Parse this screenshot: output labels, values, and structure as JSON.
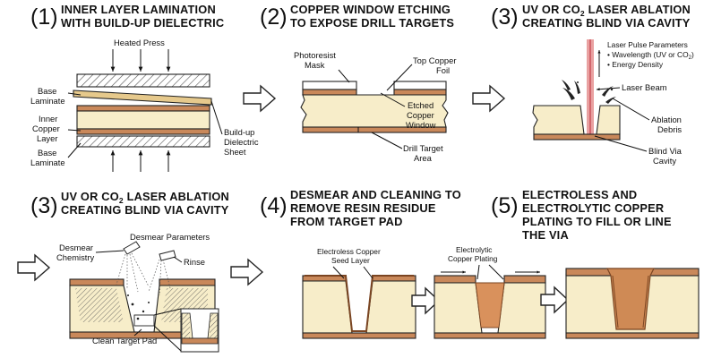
{
  "panels": [
    {
      "num": "(1)",
      "title_lines": [
        "INNER LAYER LAMINATION",
        "WITH BUILD-UP DIELECTRIC"
      ]
    },
    {
      "num": "(2)",
      "title_lines": [
        "COPPER WINDOW ETCHING",
        "TO EXPOSE DRILL TARGETS"
      ]
    },
    {
      "num": "(3)",
      "title_lines": [
        "UV OR CO",
        "2",
        " LASER ABLATION",
        "CREATING BLIND VIA CAVITY"
      ]
    },
    {
      "num": "(3)",
      "title_lines": [
        "UV OR CO",
        "2",
        " LASER ABLATION",
        "CREATING BLIND VIA CAVITY"
      ]
    },
    {
      "num": "(4)",
      "title_lines": [
        "DESMEAR AND CLEANING TO",
        "REMOVE RESIN RESIDUE",
        "FROM TARGET PAD"
      ]
    },
    {
      "num": "(5)",
      "title_lines": [
        "ELECTROLESS AND",
        "ELECTROLYTIC COPPER",
        "PLATING TO FILL OR LINE",
        "THE VIA"
      ]
    }
  ],
  "labels": {
    "heated_press": "Heated Press",
    "base_laminate": [
      "Base",
      "Laminate"
    ],
    "inner_copper_layer": [
      "Inner",
      "Copper",
      "Layer"
    ],
    "buildup_dielectric_sheet": [
      "Build-up",
      "Dielectric",
      "Sheet"
    ],
    "photoresist_mask": [
      "Photoresist",
      "Mask"
    ],
    "top_copper_foil": [
      "Top Copper",
      "Foil"
    ],
    "etched_copper_window": [
      "Etched",
      "Copper",
      "Window"
    ],
    "drill_target_area": [
      "Drill Target",
      "Area"
    ],
    "laser_pulse_parameters": "Laser Pulse Parameters",
    "wavelength": [
      "• Wavelength (UV or CO",
      "2",
      ")"
    ],
    "energy_density": "• Energy Density",
    "laser_beam": "Laser Beam",
    "ablation_debris": [
      "Ablation",
      "Debris"
    ],
    "blind_via_cavity": [
      "Blind Via",
      "Cavity"
    ],
    "desmear_parameters": "Desmear Parameters",
    "desmear_chemistry": [
      "Desmear",
      "Chemistry"
    ],
    "rinse": "Rinse",
    "clean_target_pad": "Clean Target Pad",
    "electroless_copper_seed_layer": [
      "Electroless Copper",
      "Seed Layer"
    ],
    "electrolytic_copper_plating": [
      "Electrolytic",
      "Copper Plating"
    ]
  },
  "colors": {
    "dielectric": "#f7edc9",
    "prepreg": "#e6c98c",
    "copper": "#c9885a",
    "copper_fill": "#cf8a55",
    "copper_dark": "#7a4522",
    "hatch": "#555555",
    "laser": "#e08a8a",
    "ink": "#111111"
  },
  "icons": [
    "hollow-arrow-icon",
    "press-arrow-icon",
    "laser-beam-icon",
    "spray-nozzle-icon",
    "zoom-inset-icon"
  ]
}
